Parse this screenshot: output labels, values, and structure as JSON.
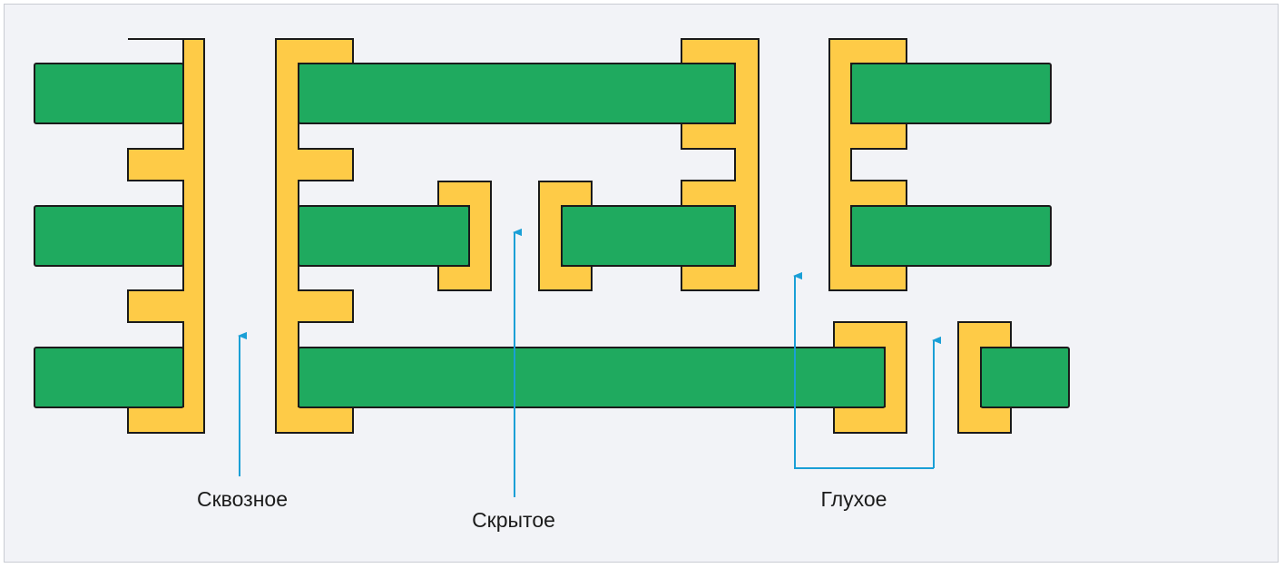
{
  "colors": {
    "background": "#f2f3f7",
    "copper_plating": "#fecb47",
    "layer": "#1faa5f",
    "outline": "#1a1a1a",
    "arrow": "#1a9fd6"
  },
  "labels": {
    "through": "Сквозное",
    "buried": "Скрытое",
    "blind": "Глухое"
  }
}
